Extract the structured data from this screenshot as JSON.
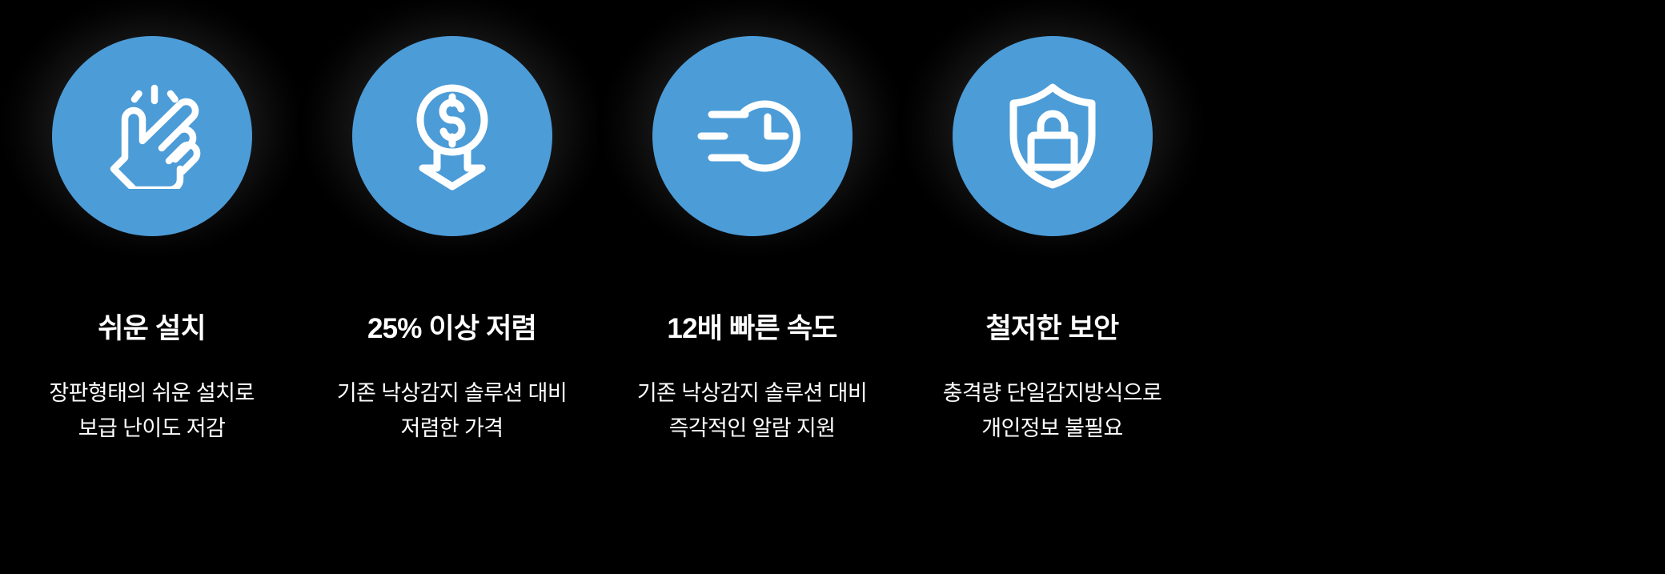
{
  "theme": {
    "background": "#000000",
    "circle_fill": "#4C9CD8",
    "text_color": "#FFFFFF",
    "glow_color": "#3E3E3E"
  },
  "features": [
    {
      "icon": "tap-hand-icon",
      "title": "쉬운 설치",
      "description_lines": [
        "장판형태의 쉬운 설치로",
        "보급 난이도 저감"
      ]
    },
    {
      "icon": "money-down-arrow-icon",
      "title": "25% 이상 저렴",
      "description_lines": [
        "기존 낙상감지 솔루션 대비",
        "저렴한 가격"
      ]
    },
    {
      "icon": "fast-clock-icon",
      "title": "12배 빠른 속도",
      "description_lines": [
        "기존 낙상감지 솔루션 대비",
        "즉각적인 알람 지원"
      ]
    },
    {
      "icon": "shield-lock-icon",
      "title": "철저한 보안",
      "description_lines": [
        "충격량 단일감지방식으로",
        "개인정보 불필요"
      ]
    }
  ]
}
